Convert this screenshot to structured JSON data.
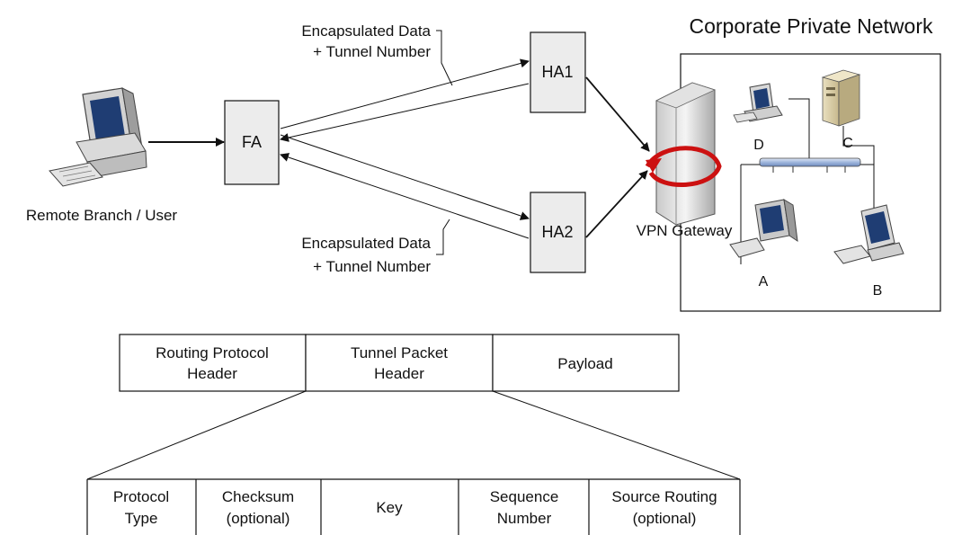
{
  "title": "Corporate Private Network",
  "nodes": {
    "remote": "Remote Branch / User",
    "fa": "FA",
    "ha1": "HA1",
    "ha2": "HA2",
    "gateway": "VPN Gateway",
    "pc_a": "A",
    "pc_b": "B",
    "pc_c": "C",
    "pc_d": "D"
  },
  "labels": {
    "top_line1": "Encapsulated Data",
    "top_line2": "+ Tunnel Number",
    "bottom_line1": "Encapsulated Data",
    "bottom_line2": "+ Tunnel Number"
  },
  "packet": [
    {
      "line1": "Routing Protocol",
      "line2": "Header"
    },
    {
      "line1": "Tunnel Packet",
      "line2": "Header"
    },
    {
      "line1": "Payload",
      "line2": ""
    }
  ],
  "header_fields": [
    {
      "line1": "Protocol",
      "line2": "Type"
    },
    {
      "line1": "Checksum",
      "line2": "(optional)"
    },
    {
      "line1": "Key",
      "line2": ""
    },
    {
      "line1": "Sequence",
      "line2": "Number"
    },
    {
      "line1": "Source Routing",
      "line2": "(optional)"
    }
  ],
  "colors": {
    "box_fill": "#ececec",
    "tunnel_arrow": "#cc1111",
    "bus": "#9fb6dc"
  }
}
